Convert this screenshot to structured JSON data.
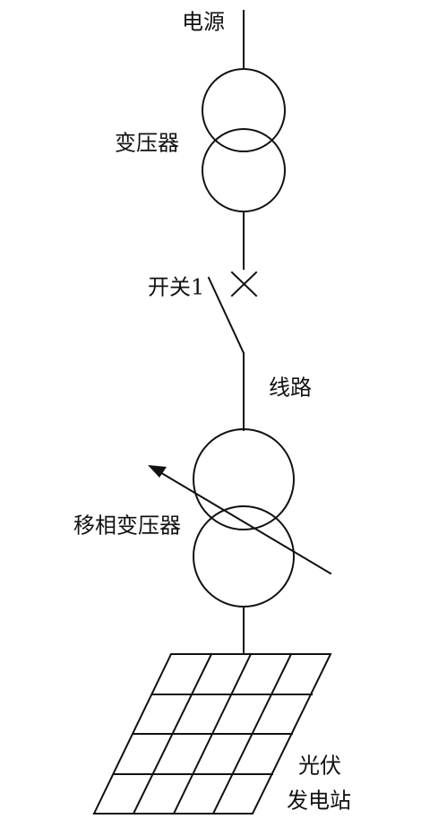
{
  "labels": {
    "power_source": "电源",
    "transformer": "变压器",
    "switch": "开关1",
    "line": "线路",
    "phase_shift_transformer": "移相变压器",
    "pv_station_line1": "光伏",
    "pv_station_line2": "发电站"
  },
  "colors": {
    "background": "#ffffff",
    "stroke": "#111111",
    "text": "#111111"
  }
}
